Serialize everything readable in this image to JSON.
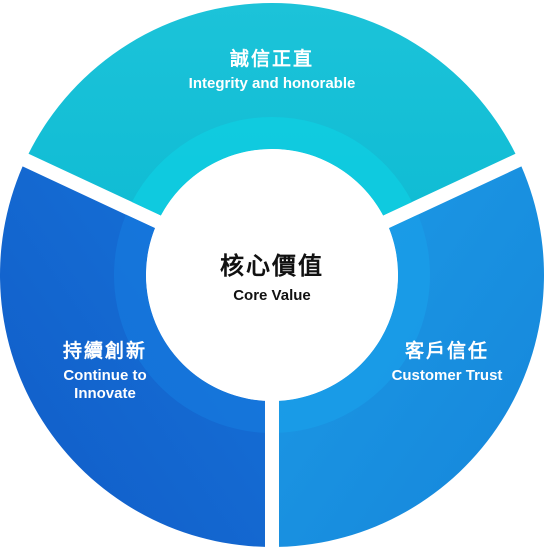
{
  "center": {
    "title_zh": "核心價值",
    "title_en": "Core Value"
  },
  "segments": [
    {
      "id": "integrity",
      "title_zh": "誠信正直",
      "title_en": "Integrity and honorable",
      "color": "#14BFD6",
      "inner_color": "#0FCCE0"
    },
    {
      "id": "customer",
      "title_zh": "客戶信任",
      "title_en": "Customer Trust",
      "color": "#1A8FE0",
      "inner_color": "#1A9CE8"
    },
    {
      "id": "innovate",
      "title_zh": "持續創新",
      "title_en": "Continue to\nInnovate",
      "color": "#1366D1",
      "inner_color": "#1577DC"
    }
  ],
  "colors": {
    "background": "#ffffff",
    "center_fill": "#ffffff",
    "center_text": "#111111",
    "segment_text": "#ffffff"
  }
}
